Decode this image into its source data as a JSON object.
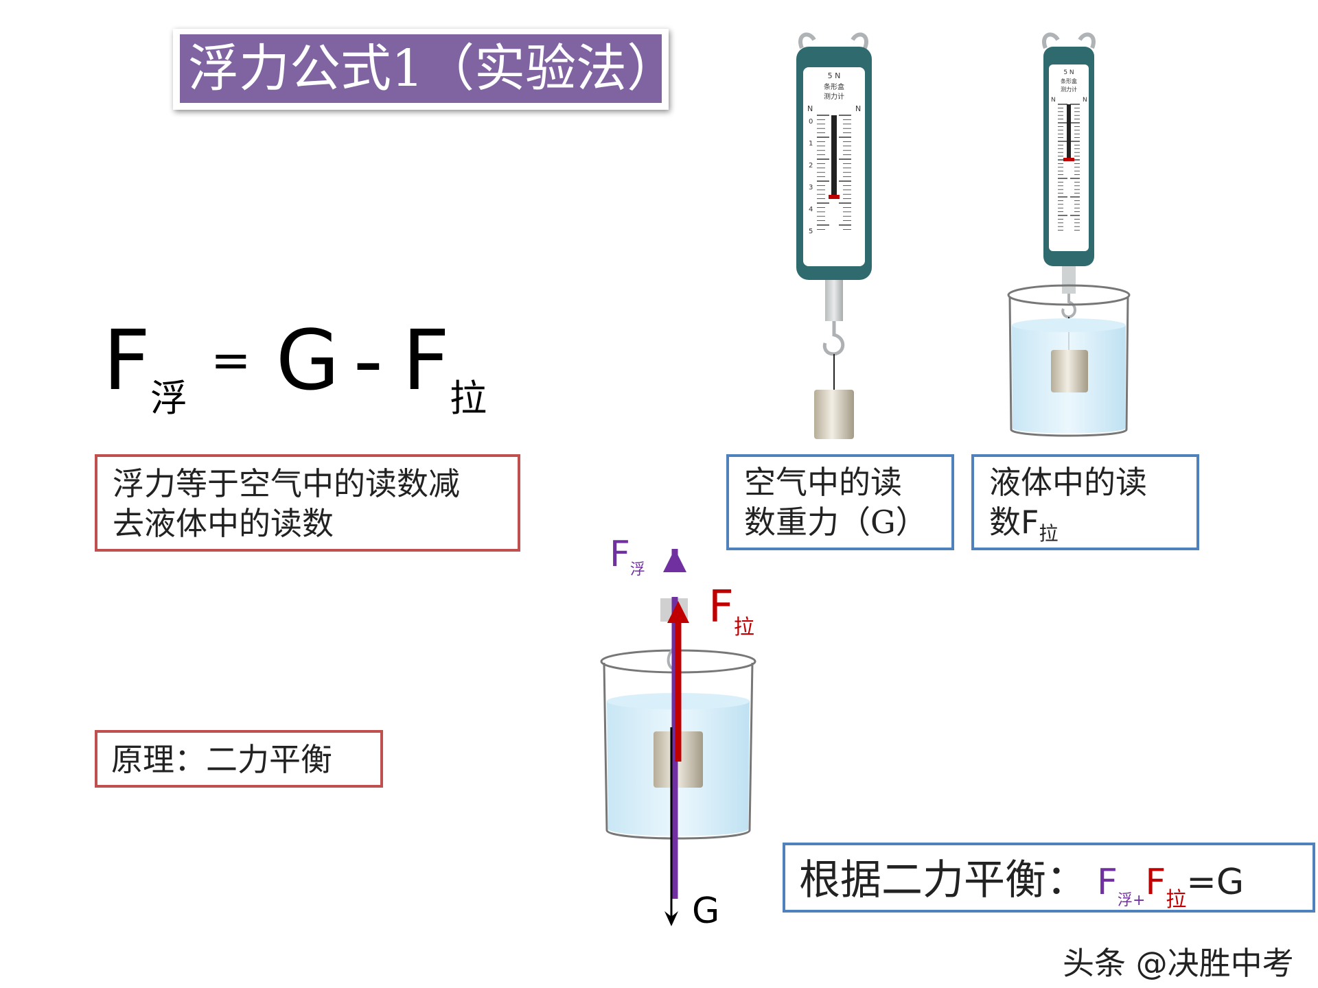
{
  "title": "浮力公式1（实验法）",
  "formula": {
    "f": "F",
    "sub_fu": "浮",
    "eq": "=",
    "g": "G",
    "minus": "-",
    "sub_la": "拉"
  },
  "note_difference": {
    "line1": "浮力等于空气中的读数减",
    "line2": "去液体中的读数"
  },
  "note_principle": "原理：二力平衡",
  "caption_air": {
    "line1": "空气中的读",
    "line2": "数重力（G）"
  },
  "caption_liquid": {
    "line1": "液体中的读",
    "line2_prefix": "数",
    "line2_f": "F",
    "line2_sub": "拉"
  },
  "balance": {
    "prefix": "根据二力平衡：",
    "f1": "F",
    "f1_sub": "浮",
    "plus": "+",
    "f2": "F",
    "f2_sub": "拉",
    "rest": "=G"
  },
  "force_labels": {
    "buoyancy_f": "F",
    "buoyancy_sub": "浮",
    "tension_f": "F",
    "tension_sub": "拉",
    "gravity": "G"
  },
  "meter_label": {
    "capacity": "5 N",
    "line2": "条形盒",
    "line3": "测力计",
    "unit": "N",
    "scale": [
      "0",
      "1",
      "2",
      "3",
      "4",
      "5"
    ]
  },
  "watermark": "头条 @决胜中考",
  "colors": {
    "title_bg": "#8064a2",
    "red_border": "#c0504d",
    "blue_border": "#4f81bd",
    "buoyancy_arrow": "#7030a0",
    "tension_arrow": "#c00000",
    "meter_body": "#2f6a6e",
    "water": "#cfe9f7"
  }
}
